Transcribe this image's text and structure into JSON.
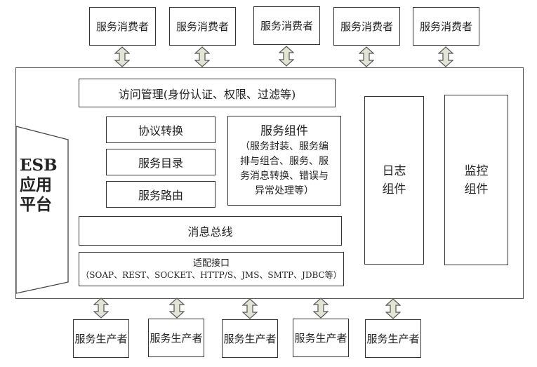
{
  "consumers": [
    "服务消费者",
    "服务消费者",
    "服务消费者",
    "服务消费者",
    "服务消费者"
  ],
  "producers": [
    "服务生产者",
    "服务生产者",
    "服务生产者",
    "服务生产者",
    "服务生产者"
  ],
  "platform": {
    "label_lines": [
      "ESB",
      "应用",
      "平台"
    ],
    "access_management": "访问管理(身份认证、权限、过滤等)",
    "protocol_conversion": "协议转换",
    "service_directory": "服务目录",
    "service_routing": "服务路由",
    "service_component": {
      "title": "服务组件",
      "lines": [
        "（服务封装、服务编",
        "排与组合、服务、服",
        "务消息转换、错误与",
        "异常处理等）"
      ]
    },
    "message_bus": "消息总线",
    "adapter": {
      "title": "适配接口",
      "detail": "（SOAP、REST、SOCKET、HTTP/S、JMS、SMTP、JDBC等）"
    },
    "log_component": [
      "日志",
      "组件"
    ],
    "monitor_component": [
      "监控",
      "组件"
    ]
  },
  "colors": {
    "arrow_fill": "#e2e4d6",
    "arrow_stroke": "#555555",
    "border": "#333333"
  }
}
